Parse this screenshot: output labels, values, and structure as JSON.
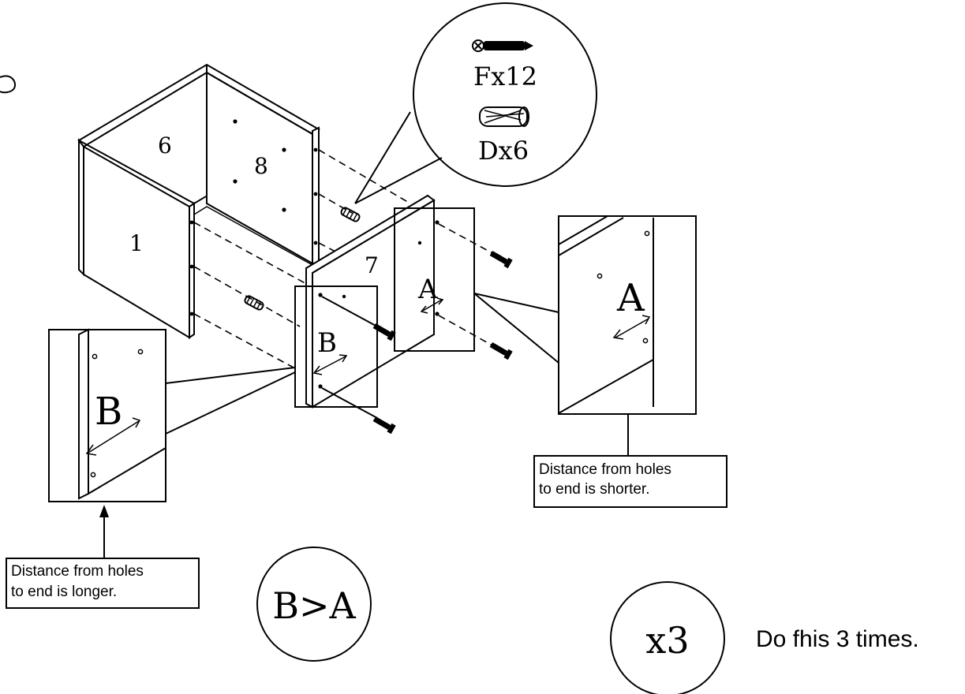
{
  "parts": {
    "panel_1": "1",
    "panel_6": "6",
    "panel_8": "8",
    "panel_7": "7"
  },
  "hardware": {
    "screw_label": "Fx12",
    "dowel_label": "Dx6"
  },
  "labels": {
    "hole_a": "A",
    "hole_b": "B",
    "zoom_a": "A",
    "zoom_b": "B"
  },
  "notes": {
    "shorter_line1": "Distance from holes",
    "shorter_line2": "to end is shorter.",
    "longer_line1": "Distance from holes",
    "longer_line2": "to end is longer."
  },
  "badges": {
    "comparison": "B>A",
    "repeat": "x3"
  },
  "instruction": "Do fhis 3 times."
}
